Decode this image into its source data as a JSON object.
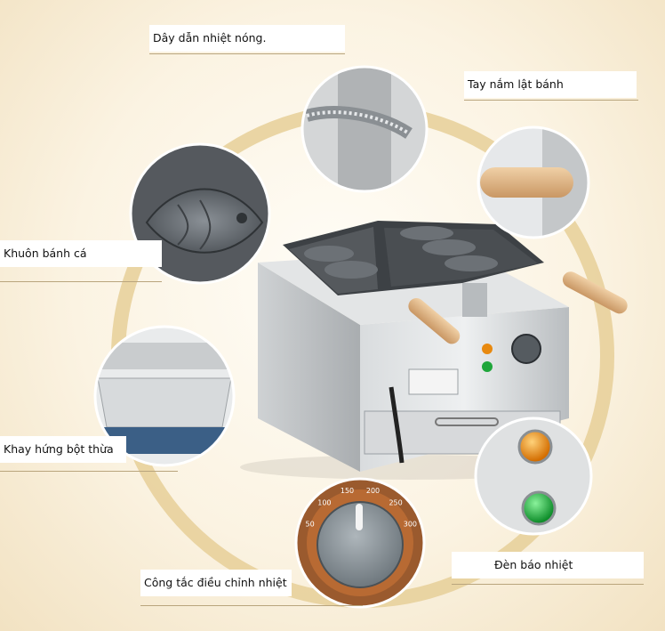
{
  "labels": {
    "hot_wire": "Dây dẫn nhiệt nóng.",
    "flip_handle": "Tay nắm lật bánh",
    "fish_mold": "Khuôn bánh cá",
    "batter_tray": "Khay hứng bột thừa",
    "indicator_light": "Đèn báo nhiệt",
    "temp_switch": "Công tắc điều chỉnh nhiệt"
  },
  "dial_ticks": [
    "50",
    "100",
    "150",
    "200",
    "250",
    "300"
  ],
  "colors": {
    "ring": "#e6cf98",
    "orange_light": "#e8890f",
    "green_light": "#1fa63a",
    "steel": "#c8cbcd",
    "handle_wood": "#e2b98a"
  }
}
